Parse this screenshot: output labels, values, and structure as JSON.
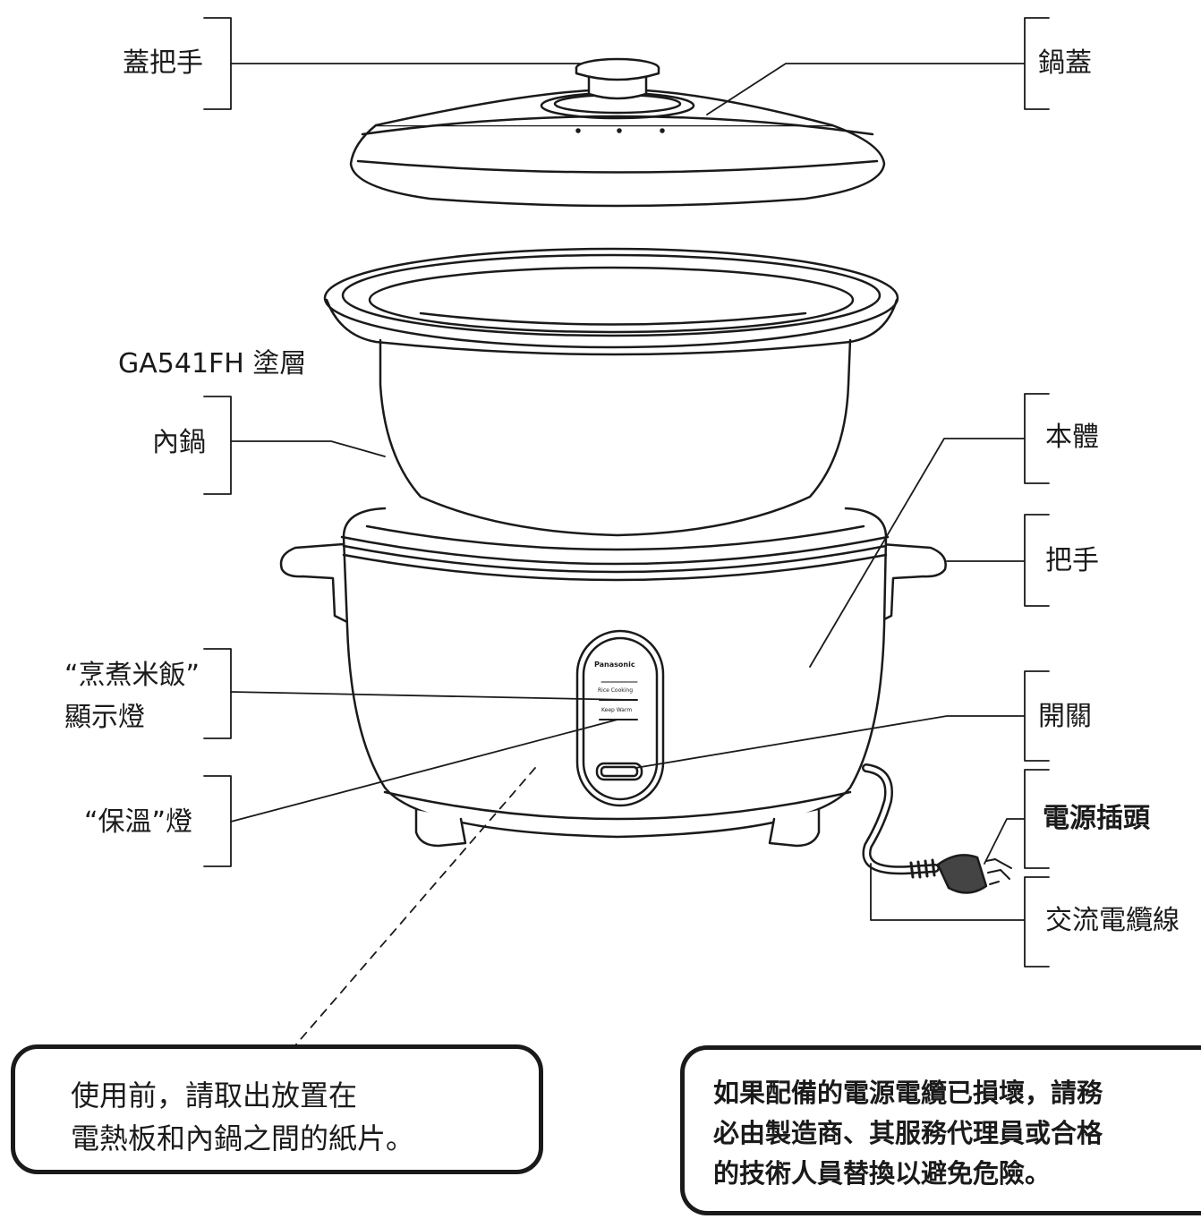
{
  "labels": {
    "lid_handle": "蓋把手",
    "lid": "鍋蓋",
    "coating": "GA541FH 塗層",
    "inner_pot": "內鍋",
    "body": "本體",
    "handle": "把手",
    "cook_lamp_line1": "“烹煮米飯”",
    "cook_lamp_line2": "顯示燈",
    "switch": "開關",
    "plug": "電源插頭",
    "warm_lamp": "“保溫”燈",
    "ac_cord": "交流電纜線"
  },
  "panel": {
    "brand": "Panasonic",
    "cook_text": "Rice Cooking",
    "warm_text": "Keep Warm"
  },
  "notes": {
    "left_line1": "使用前，請取出放置在",
    "left_line2": "電熱板和內鍋之間的紙片。",
    "right_line1": "如果配備的電源電纜已損壞，請務",
    "right_line2": "必由製造商、其服務代理員或合格",
    "right_line3": "的技術人員替換以避免危險。"
  },
  "colors": {
    "line": "#1a1a1a",
    "fill": "#ffffff",
    "plug": "#444444"
  }
}
